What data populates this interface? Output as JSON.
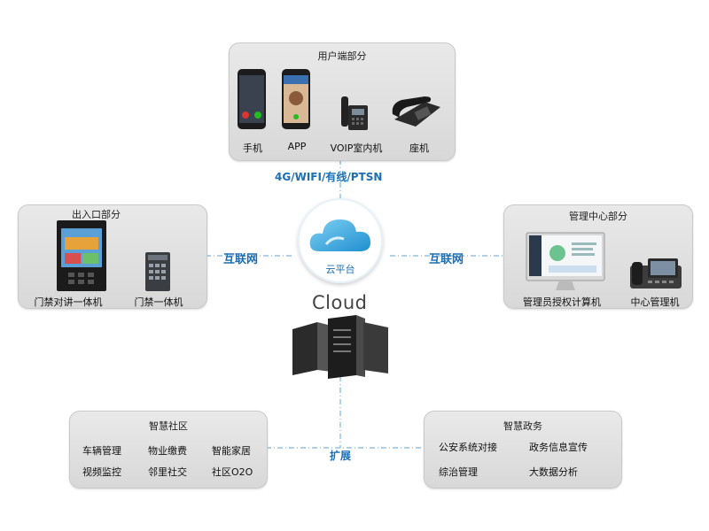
{
  "user_panel": {
    "title": "用户端部分",
    "devices": [
      "手机",
      "APP",
      "VOIP室内机",
      "座机"
    ]
  },
  "entrance_panel": {
    "title": "出入口部分",
    "devices": [
      "门禁对讲一体机",
      "门禁一体机"
    ]
  },
  "management_panel": {
    "title": "管理中心部分",
    "devices": [
      "管理员授权计算机",
      "中心管理机"
    ]
  },
  "community_panel": {
    "title": "智慧社区",
    "items": [
      "车辆管理",
      "物业缴费",
      "智能家居",
      "视频监控",
      "邻里社交",
      "社区O2O"
    ]
  },
  "gov_panel": {
    "title": "智慧政务",
    "items": [
      "公安系统对接",
      "政务信息宣传",
      "综治管理",
      "大数据分析"
    ]
  },
  "links": {
    "top": "4G/WIFI/有线/PTSN",
    "left": "互联网",
    "right": "互联网",
    "bottom": "扩展"
  },
  "center": {
    "platform_label": "云平台",
    "cloud_word": "Cloud"
  },
  "colors": {
    "link_blue": "#1b6fb5",
    "cloud_blue": "#2aa3dc",
    "panel_gray": "#dedede"
  }
}
